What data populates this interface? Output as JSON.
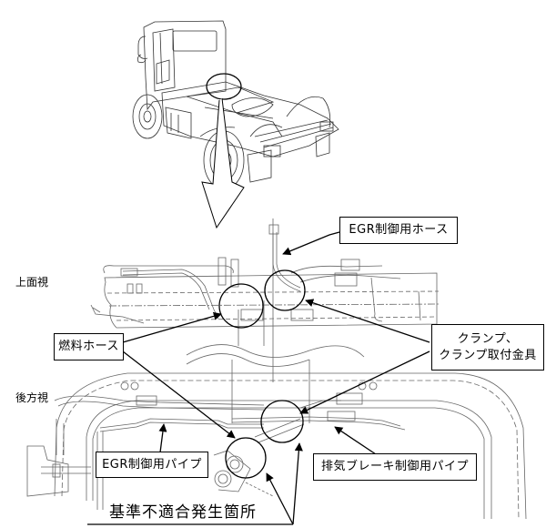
{
  "diagram": {
    "title": "",
    "views": {
      "top_view_label": "上面視",
      "rear_view_label": "後方視"
    },
    "callouts": {
      "egr_control_hose": "EGR制御用ホース",
      "fuel_hose": "燃料ホース",
      "clamp_line1": "クランプ、",
      "clamp_line2": "クランプ取付金具",
      "egr_control_pipe": "EGR制御用パイプ",
      "exhaust_brake_pipe": "排気ブレーキ制御用パイプ"
    },
    "defect_location_label": "基準不適合発生箇所",
    "colors": {
      "line": "#000000",
      "drawing": "#555555",
      "background": "#ffffff"
    }
  }
}
